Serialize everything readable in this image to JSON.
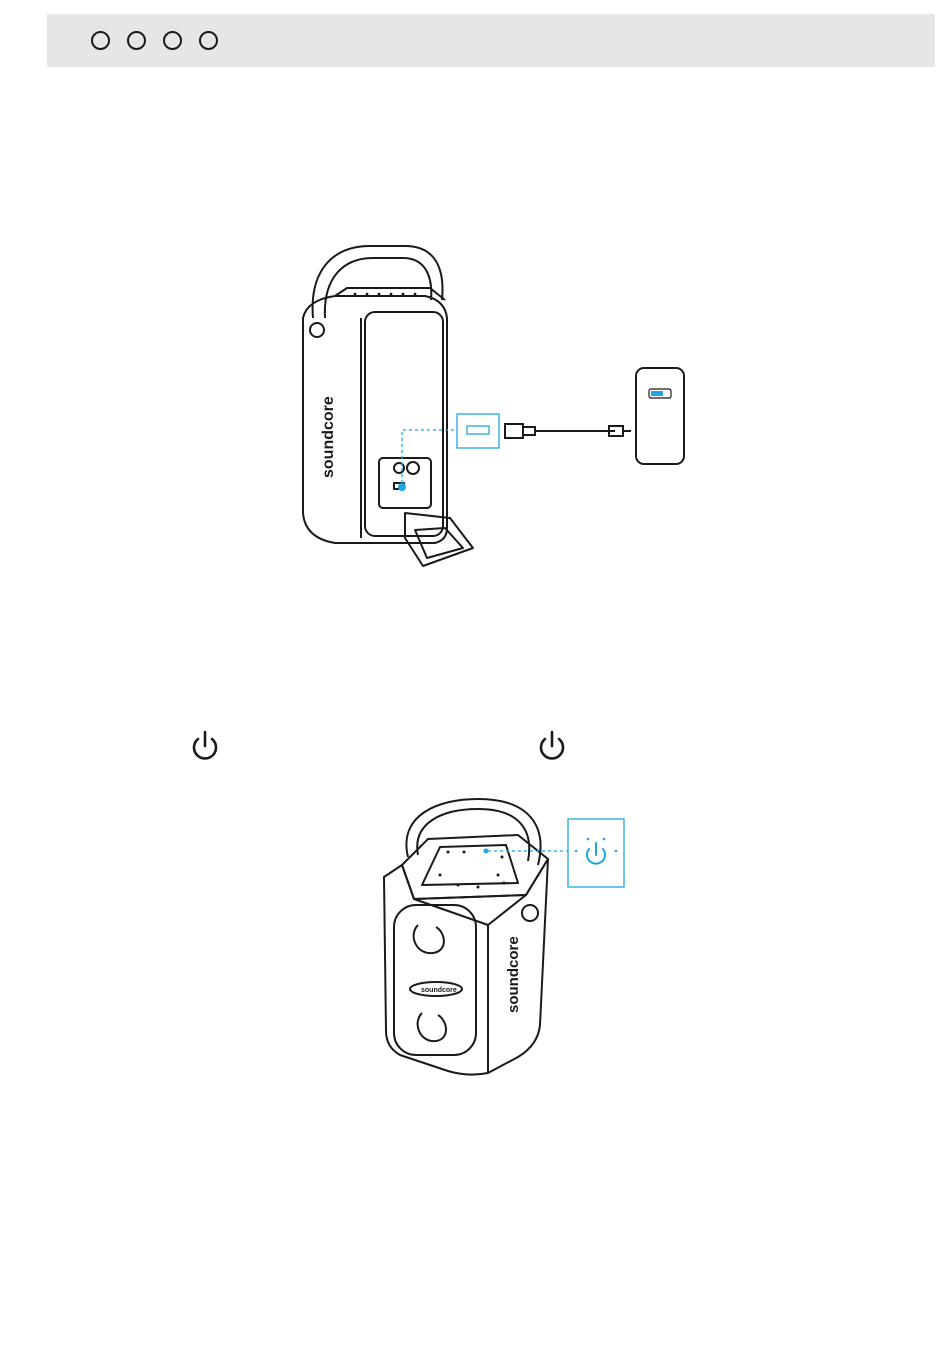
{
  "header": {
    "indicator_dots": 4
  },
  "figure_charging": {
    "brand_label": "soundcore",
    "phone_battery_color": "#1fa8e0"
  },
  "step_icons": {
    "left_icon": "power-icon",
    "right_icon": "power-icon"
  },
  "figure_power": {
    "brand_label_side": "soundcore",
    "brand_label_front": "soundcore",
    "callout_icon": "power-icon",
    "accent_color": "#1fa8e0"
  }
}
